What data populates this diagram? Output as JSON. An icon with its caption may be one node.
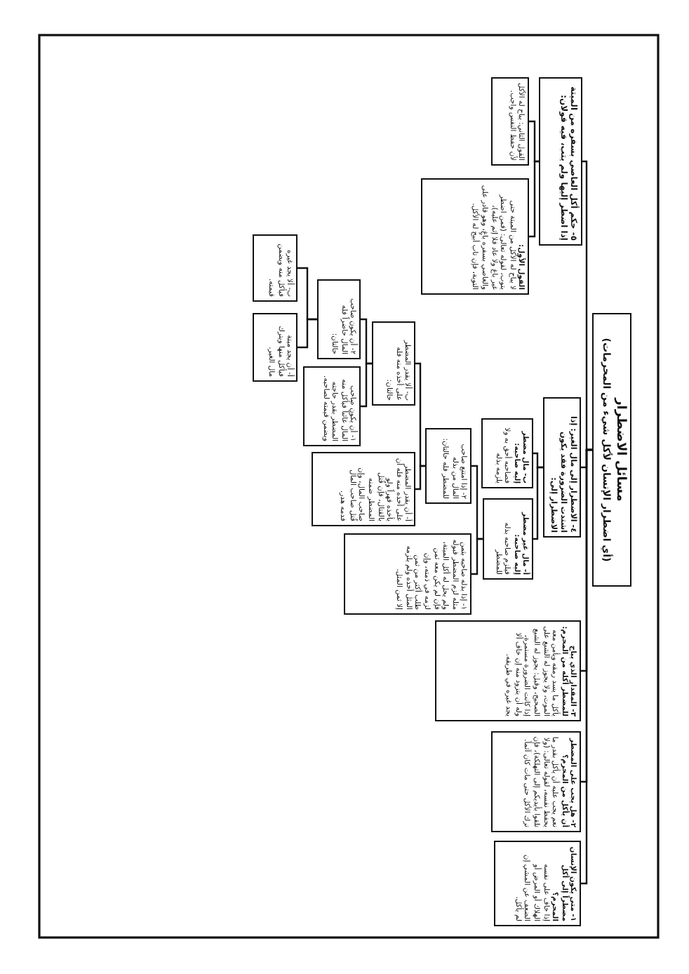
{
  "diagram": {
    "nodes": [
      {
        "text": [
          "مسائل الاضطرار",
          "(أي اضطرار الإنسان لأكل شيء من المحرمات)"
        ]
      },
      {
        "text": [
          "١- متى يكون الإنسان مضطراً إلى أكل المحرم؟",
          "إذا خاف على نفسه الهلاك أو المرض أو الضعف عن المشي إن لم يأكل."
        ]
      },
      {
        "text": [
          "٢- هل يجب على المضطر أن يأكل من المحرم؟",
          "نعم يجب عليه أن يأكل بقدر ما يحفظ نفسه، لقوله تعالى: (ولا تلقوا بأيديكم إلى التهلكة)، فإن ترك الأكل حتى مات كان آثماً."
        ]
      },
      {
        "text": [
          "٣- المقدار الذي يباح للمضطر أكله من المحرم:",
          "يأكل ما يسد رمقه ويأمن معه الموت، ولا يجوز له الشبع على الصحيح، وقيل: يجوز له الشبع إذا كانت الضرورة مستمرة، وله أن يتزود منه إن خاف ألا يجد غيره في طريقه."
        ]
      },
      {
        "text": [
          "٤- الاضطرار إلى مال الغير: إذا اشتدت الضرورة فقد يكون الاضطرار إلى:"
        ]
      },
      {
        "text": [
          "أ- مال غير مضطر إليه صاحبه:",
          "فيلزم صاحبه بذله للمضطر"
        ]
      },
      {
        "text": [
          "١- إذا بذله صاحبه بثمن مثله لزم المضطر قبوله ولم يحل له أكل الميتة، فإن لم يكن معه ثمن لزمه في ذمته، وإن طلب أكثر من ثمن المثل أخذه ولم يلزمه إلا ثمن المثل."
        ]
      },
      {
        "text": [
          "٢- إذا امتنع صاحب المال من بذله للمضطر فله حالتان:"
        ]
      },
      {
        "text": [
          "أ- أن يقدر المضطر على أخذه منه فله أن يأخذه قهراً ولو بالقتال، فإن قُتل المضطر ضمنه صاحب المال، وإن قُتل صاحب المال فدمه هدر."
        ]
      },
      {
        "text": [
          "ب- ألا يقدر المضطر على أخذه منه فله حالتان:"
        ]
      },
      {
        "text": [
          "١- أن يكون صاحب المال غائباً فيأكل منه المضطر بقدر حاجته ويضمن قيمته لصاحبه."
        ]
      },
      {
        "text": [
          "٢- أن يكون صاحب المال حاضراً فله حالتان:"
        ]
      },
      {
        "text": [
          "أ- أن يجد ميتة فيأكل منها ويترك مال الغير."
        ]
      },
      {
        "text": [
          "ب- ألا يجد غيره فيأكل منه ويضمن قيمته."
        ]
      },
      {
        "text": [
          "ب- مال مضطر إليه صاحبه:",
          "فصاحبه أحق به ولا يلزمه بذله"
        ]
      },
      {
        "text": [
          "٥- حكم أكل العاصي بسفره من الميتة إذا اضطر إليها ولم يتب، فيه قولان:"
        ]
      },
      {
        "text": [
          "القول الأول:",
          "لا يباح له الأكل من الميتة حتى يتوب، لقوله تعالى: (فمن اضطر غير باغ ولا عاد فلا إثم عليه)، والعاصي بسفره باغٍ، وهو قادر على التوبة، فإن تاب أبيح له الأكل."
        ]
      },
      {
        "text": [
          "القول الثاني: يباح له الأكل لأن حفظ النفس واجب."
        ]
      }
    ],
    "edges": [
      {
        "from": 0,
        "to": 1,
        "arrow": "none"
      },
      {
        "from": 0,
        "to": 2,
        "arrow": "none"
      },
      {
        "from": 0,
        "to": 3,
        "arrow": "none"
      },
      {
        "from": 0,
        "to": 4,
        "arrow": "none"
      },
      {
        "from": 0,
        "to": 15,
        "arrow": "none"
      },
      {
        "from": 4,
        "to": 5,
        "arrow": "none"
      },
      {
        "from": 4,
        "to": 14,
        "arrow": "none"
      },
      {
        "from": 5,
        "to": 6,
        "arrow": "none"
      },
      {
        "from": 5,
        "to": 7,
        "arrow": "none"
      },
      {
        "from": 7,
        "to": 8,
        "arrow": "none"
      },
      {
        "from": 7,
        "to": 9,
        "arrow": "none"
      },
      {
        "from": 9,
        "to": 10,
        "arrow": "none"
      },
      {
        "from": 9,
        "to": 11,
        "arrow": "none"
      },
      {
        "from": 11,
        "to": 12,
        "arrow": "none"
      },
      {
        "from": 11,
        "to": 13,
        "arrow": "none"
      },
      {
        "from": 15,
        "to": 16,
        "arrow": "none"
      },
      {
        "from": 15,
        "to": 17,
        "arrow": "none"
      }
    ]
  }
}
